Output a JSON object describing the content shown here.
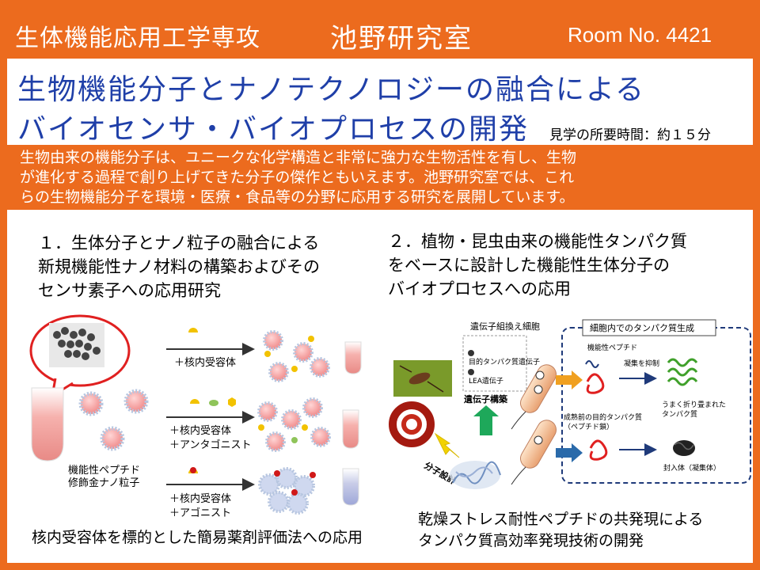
{
  "header": {
    "department": "生体機能応用工学専攻",
    "lab": "池野研究室",
    "room": "Room No. 4421"
  },
  "title": {
    "line1": "生物機能分子とナノテクノロジーの融合による",
    "line2": "バイオセンサ・バイオプロセスの開発"
  },
  "visit_time": "見学の所要時間：約１５分",
  "abstract": {
    "line1": "生物由来の機能分子は、ユニークな化学構造と非常に強力な生物活性を有し、生物",
    "line2": "が進化する過程で創り上げてきた分子の傑作ともいえます。池野研究室では、これ",
    "line3": "らの生物機能分子を環境・医療・食品等の分野に応用する研究を展開しています。"
  },
  "section1": {
    "line1": "１．生体分子とナノ粒子の融合による",
    "line2": "新規機能性ナノ材料の構築およびその",
    "line3": "センサ素子への応用研究",
    "figure": {
      "particle_label1": "機能性ペプチド",
      "particle_label2": "修飾金ナノ粒子",
      "row1_label": "＋核内受容体",
      "row2_label1": "＋核内受容体",
      "row2_label2": "＋アンタゴニスト",
      "row3_label1": "＋核内受容体",
      "row3_label2": "＋アゴニスト"
    },
    "caption": "核内受容体を標的とした簡易薬剤評価法への応用"
  },
  "section2": {
    "line1": "２．植物・昆虫由来の機能性タンパク質",
    "line2": "をベースに設計した機能性生体分子の",
    "line3": "バイオプロセスへの応用",
    "figure": {
      "recombinant_cell": "遺伝子組換え細胞",
      "target_gene": "目的タンパク質遺伝子",
      "lea_gene": "LEA遺伝子",
      "gene_construct": "遺伝子構築",
      "molecular_design": "分子設計",
      "box_title": "細胞内でのタンパク質生成",
      "functional_peptide": "機能性ペプチド",
      "suppress_aggregation": "凝集を抑制",
      "folded_label1": "うまく折り畳まれた",
      "folded_label2": "タンパク質",
      "immature_label1": "成熟前の目的タンパク質",
      "immature_label2": "（ペプチド鎖）",
      "inclusion_body": "封入体（凝集体）"
    },
    "caption_line1": "乾燥ストレス耐性ペプチドの共発現による",
    "caption_line2": "タンパク質高効率発現技術の開発"
  },
  "colors": {
    "accent": "#ec6b1e",
    "title_blue": "#1f3fa8",
    "figure_navy": "#1f3a7a",
    "bubble_red": "#e02020"
  }
}
